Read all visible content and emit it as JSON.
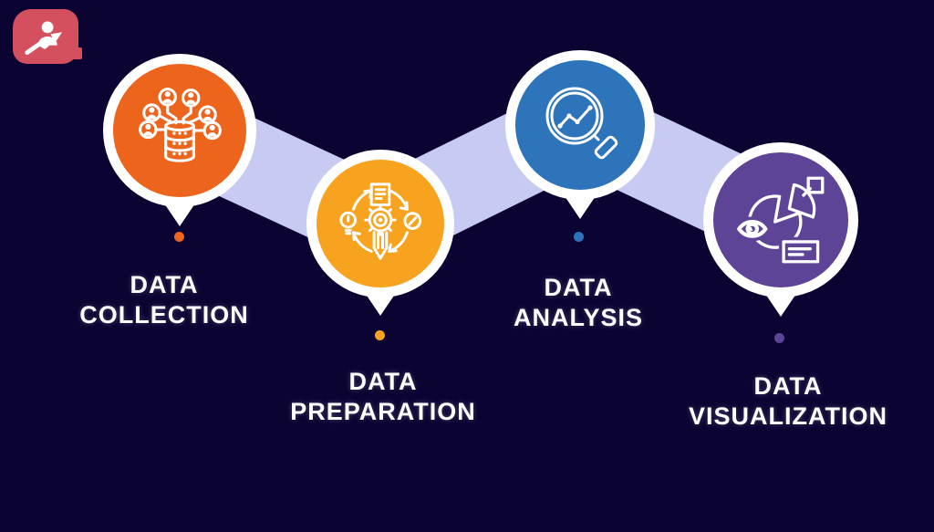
{
  "title": "Data process flow infographic",
  "colors": {
    "background": "#0b0433",
    "band": "#c7caf1",
    "circle_ring": "#ffffff",
    "label_text": "#fdfdff",
    "logo_red": "#d5505f",
    "step_orange": "#ed641d",
    "step_amber": "#f8a31f",
    "step_blue": "#2e74bb",
    "step_purple": "#5d4497"
  },
  "logo": {
    "icon": "person-growth-arrow-icon"
  },
  "steps": [
    {
      "id": "data-collection",
      "line1": "DATA",
      "line2": "COLLECTION",
      "color": "#ed641d",
      "icon": "database-users-icon"
    },
    {
      "id": "data-preparation",
      "line1": "DATA",
      "line2": "PREPARATION",
      "color": "#f8a31f",
      "icon": "process-gear-pencil-icon"
    },
    {
      "id": "data-analysis",
      "line1": "DATA",
      "line2": "ANALYSIS",
      "color": "#2e74bb",
      "icon": "magnifier-trend-chart-icon"
    },
    {
      "id": "data-visualization",
      "line1": "DATA",
      "line2": "VISUALIZATION",
      "color": "#5d4497",
      "icon": "pie-chart-eye-icon"
    }
  ]
}
